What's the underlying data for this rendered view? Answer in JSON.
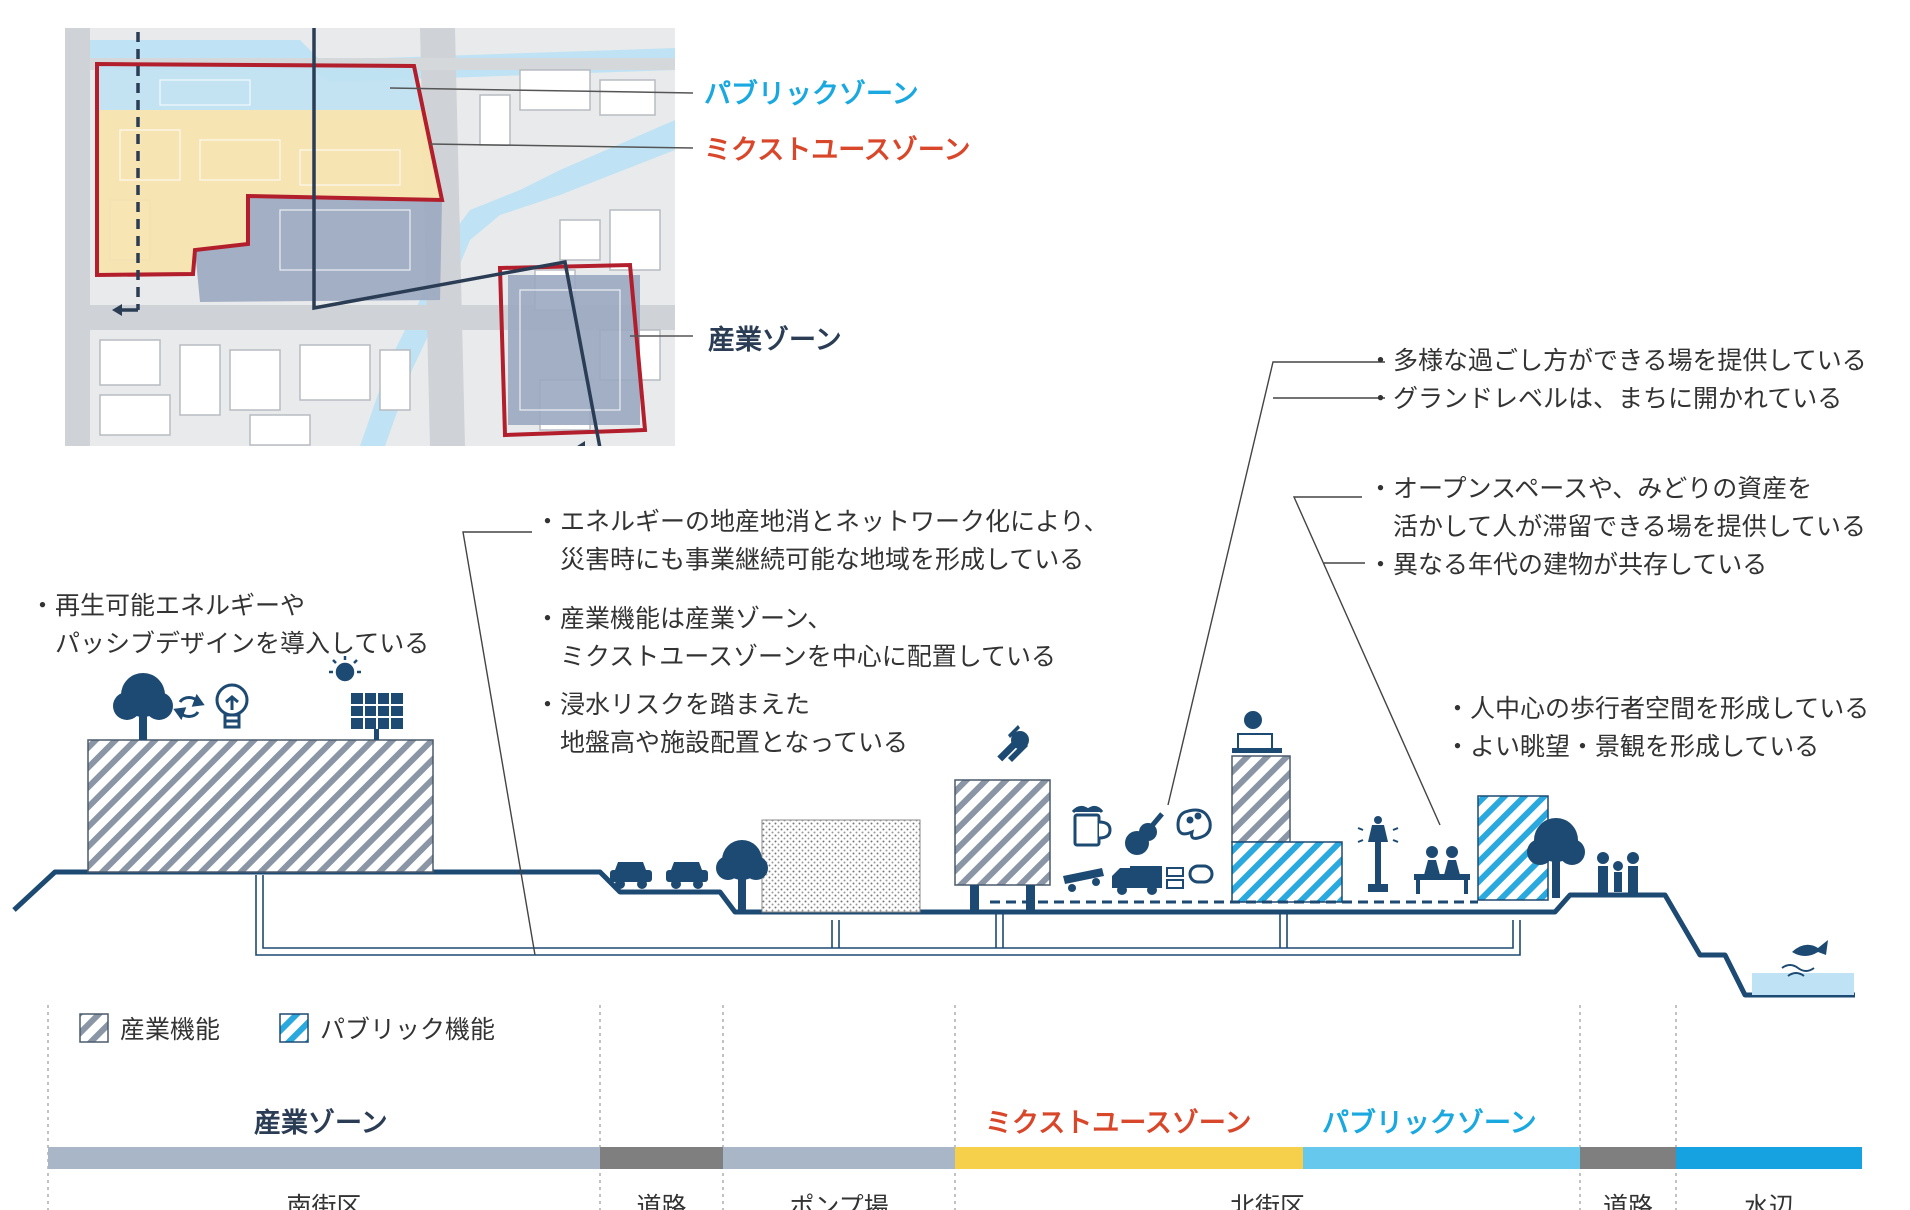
{
  "colors": {
    "navy": "#1d4a72",
    "public_blue": "#1aa8e0",
    "mixed_red": "#d9472b",
    "industrial_navy": "#2b3d55",
    "band_gray": "#a9b6c8",
    "band_road": "#7f7f7f",
    "band_mixed": "#f7d04b",
    "band_public": "#66c8ec",
    "band_water": "#16a1e0",
    "map_boundary": "#b21e2c"
  },
  "map": {
    "labels": {
      "public": "パブリックゾーン",
      "mixed": "ミクストユースゾーン",
      "industrial": "産業ゾーン"
    }
  },
  "notes": {
    "renewable": [
      "・再生可能エネルギーや",
      "　パッシブデザインを導入している"
    ],
    "energy": [
      "・エネルギーの地産地消とネットワーク化により、",
      "　災害時にも事業継続可能な地域を形成している"
    ],
    "industry": [
      "・産業機能は産業ゾーン、",
      "　ミクストユースゾーンを中心に配置している"
    ],
    "flood": [
      "・浸水リスクを踏まえた",
      "　地盤高や施設配置となっている"
    ],
    "diverse": [
      "・多様な過ごし方ができる場を提供している",
      "・グランドレベルは、まちに開かれている"
    ],
    "openspace": [
      "・オープンスペースや、みどりの資産を",
      "　活かして人が滞留できる場を提供している",
      "・異なる年代の建物が共存している"
    ],
    "pedestrian": [
      "・人中心の歩行者空間を形成している",
      "・よい眺望・景観を形成している"
    ]
  },
  "legend": {
    "industrial": "産業機能",
    "public": "パブリック機能"
  },
  "zones": {
    "industrial": "産業ゾーン",
    "mixed": "ミクストユースゾーン",
    "public": "パブリックゾーン"
  },
  "sections": [
    {
      "label": "南街区",
      "band": "gray"
    },
    {
      "label": "道路",
      "band": "road"
    },
    {
      "label": "ポンプ場",
      "band": "gray"
    },
    {
      "label": "北街区",
      "band": "split"
    },
    {
      "label": "道路",
      "band": "road"
    },
    {
      "label": "水辺",
      "band": "water"
    }
  ],
  "icons": [
    "tree-icon",
    "cycle-icon",
    "lightbulb-icon",
    "sun-icon",
    "solar-panel-icon",
    "car-icon",
    "wrench-icon",
    "worker-icon",
    "beer-icon",
    "guitar-icon",
    "palette-icon",
    "skateboard-icon",
    "truck-icon",
    "street-lamp-icon",
    "bench-people-icon",
    "family-icon",
    "fish-icon"
  ]
}
